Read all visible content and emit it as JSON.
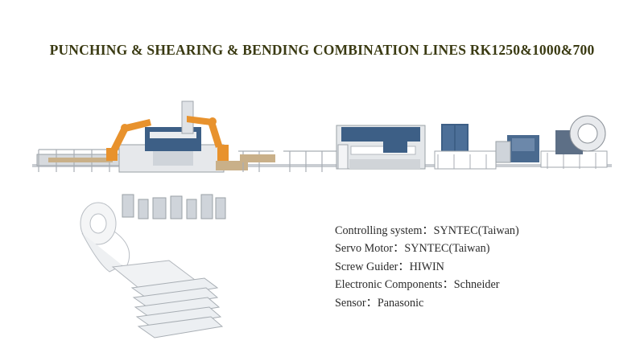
{
  "title": "PUNCHING & SHEARING & BENDING COMBINATION LINES RK1250&1000&700",
  "specs": [
    {
      "label": "Controlling system：",
      "value": "SYNTEC(Taiwan)"
    },
    {
      "label": "Servo Motor：",
      "value": "SYNTEC(Taiwan)"
    },
    {
      "label": "Screw Guider：",
      "value": "HIWIN"
    },
    {
      "label": "Electronic Components：",
      "value": "Schneider"
    },
    {
      "label": "Sensor：",
      "value": "Panasonic"
    }
  ],
  "colors": {
    "title": "#3a3a12",
    "machine_blue": "#3d5f86",
    "robot_orange": "#e8922d",
    "rail": "#b9bec4"
  }
}
